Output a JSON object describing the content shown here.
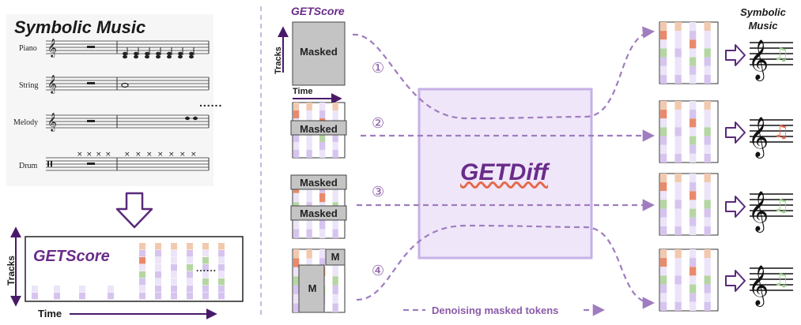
{
  "left_panel": {
    "title": "Symbolic Music",
    "tracks": [
      {
        "label": "Piano"
      },
      {
        "label": "String"
      },
      {
        "label": "Melody"
      },
      {
        "label": "Drum"
      }
    ],
    "getscore_label": "GETScore",
    "tracks_axis_label": "Tracks",
    "time_axis_label": "Time",
    "ellipsis": "......",
    "ellipsis_small": "......"
  },
  "right_panel": {
    "getscore_label": "GETScore",
    "tracks_axis_label": "Tracks",
    "time_axis_label": "Time",
    "model_label": "GETDiff",
    "output_title_line1": "Symbolic",
    "output_title_line2": "Music",
    "caption": "Denoising masked tokens",
    "steps": [
      {
        "number": "①",
        "mask_labels": [
          "Masked"
        ]
      },
      {
        "number": "②",
        "mask_labels": [
          "Masked"
        ]
      },
      {
        "number": "③",
        "mask_labels": [
          "Masked",
          "Masked"
        ]
      },
      {
        "number": "④",
        "mask_labels": [
          "M",
          "M"
        ]
      }
    ]
  },
  "colors": {
    "purple_dark": "#6a2c8a",
    "purple_arrow": "#a07cc0",
    "token_lavender": "#d6c4ef",
    "token_pale": "#ece4f8",
    "token_peach": "#f2c9ae",
    "token_orange": "#e98a6c",
    "token_green": "#b5d6a2",
    "mask_gray": "#c4c4c4",
    "note_red": "#e56a4c",
    "note_green": "#9fd38e"
  }
}
